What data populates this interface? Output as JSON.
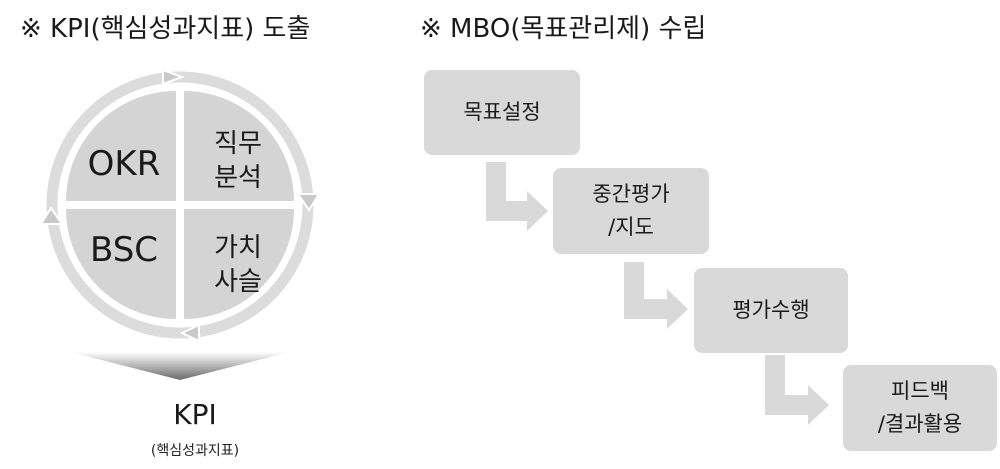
{
  "left_title": "※ KPI(핵심성과지표) 도출",
  "right_title": "※ MBO(목표관리제) 수립",
  "quadrants": {
    "top_left": "OKR",
    "top_right": [
      "직무",
      "분석"
    ],
    "bottom_left": "BSC",
    "bottom_right": [
      "가치",
      "사슬"
    ]
  },
  "kpi": {
    "label": "KPI",
    "sublabel": "(핵심성과지표)"
  },
  "steps": [
    {
      "lines": [
        "목표설정"
      ]
    },
    {
      "lines": [
        "중간평가",
        "/지도"
      ]
    },
    {
      "lines": [
        "평가수행"
      ]
    },
    {
      "lines": [
        "피드백",
        "/결과활용"
      ]
    }
  ],
  "colors": {
    "cycle": "#d4d4d4",
    "ring_arrow": "#c9c9c9",
    "box": "#d9d9d9",
    "step_arrow": "#d9d9d9"
  }
}
